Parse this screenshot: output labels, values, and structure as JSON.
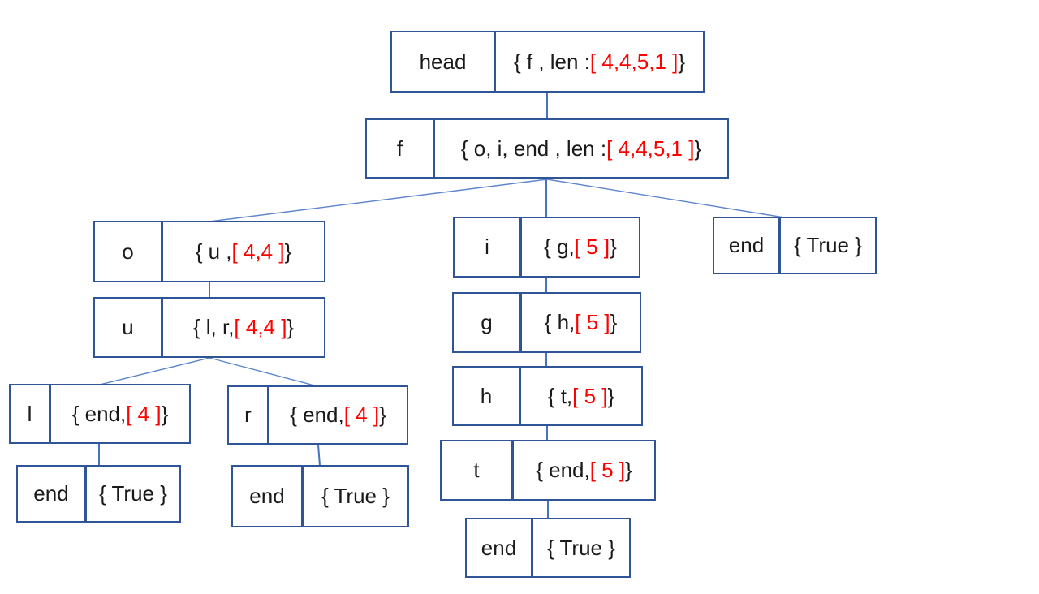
{
  "diagram": {
    "type": "trie-tree",
    "colors": {
      "box_border": "#2F5597",
      "connector": "#4472C4",
      "text": "#1A1A1A",
      "highlight": "#FF0000",
      "background": "#FFFFFF"
    },
    "nodes": [
      {
        "id": "head",
        "key": "head",
        "value_pre": "{ f , len : ",
        "value_red": "[ 4,4,5,1 ]",
        "value_post": " }"
      },
      {
        "id": "f",
        "key": "f",
        "value_pre": "{ o, i, end , len : ",
        "value_red": "[ 4,4,5,1 ]",
        "value_post": " }"
      },
      {
        "id": "o",
        "key": "o",
        "value_pre": "{ u , ",
        "value_red": "[ 4,4 ]",
        "value_post": " }"
      },
      {
        "id": "u",
        "key": "u",
        "value_pre": "{ l, r, ",
        "value_red": "[ 4,4 ]",
        "value_post": " }"
      },
      {
        "id": "l",
        "key": "l",
        "value_pre": "{ end, ",
        "value_red": "[ 4 ]",
        "value_post": " }"
      },
      {
        "id": "end-l",
        "key": "end",
        "value_pre": "{ True }",
        "value_red": "",
        "value_post": ""
      },
      {
        "id": "r",
        "key": "r",
        "value_pre": "{ end, ",
        "value_red": "[ 4 ]",
        "value_post": " }"
      },
      {
        "id": "end-r",
        "key": "end",
        "value_pre": "{ True }",
        "value_red": "",
        "value_post": ""
      },
      {
        "id": "i",
        "key": "i",
        "value_pre": "{ g, ",
        "value_red": "[ 5 ]",
        "value_post": " }"
      },
      {
        "id": "g",
        "key": "g",
        "value_pre": "{ h, ",
        "value_red": "[ 5 ]",
        "value_post": " }"
      },
      {
        "id": "h",
        "key": "h",
        "value_pre": "{ t, ",
        "value_red": "[ 5 ]",
        "value_post": " }"
      },
      {
        "id": "t",
        "key": "t",
        "value_pre": "{ end, ",
        "value_red": "[ 5 ]",
        "value_post": " }"
      },
      {
        "id": "end-t",
        "key": "end",
        "value_pre": "{ True }",
        "value_red": "",
        "value_post": ""
      },
      {
        "id": "end-f",
        "key": "end",
        "value_pre": "{ True }",
        "value_red": "",
        "value_post": ""
      }
    ],
    "edges": [
      {
        "from": "head",
        "to": "f"
      },
      {
        "from": "f",
        "to": "o"
      },
      {
        "from": "f",
        "to": "i"
      },
      {
        "from": "f",
        "to": "end-f"
      },
      {
        "from": "o",
        "to": "u"
      },
      {
        "from": "u",
        "to": "l"
      },
      {
        "from": "u",
        "to": "r"
      },
      {
        "from": "l",
        "to": "end-l"
      },
      {
        "from": "r",
        "to": "end-r"
      },
      {
        "from": "i",
        "to": "g"
      },
      {
        "from": "g",
        "to": "h"
      },
      {
        "from": "h",
        "to": "t"
      },
      {
        "from": "t",
        "to": "end-t"
      }
    ]
  }
}
